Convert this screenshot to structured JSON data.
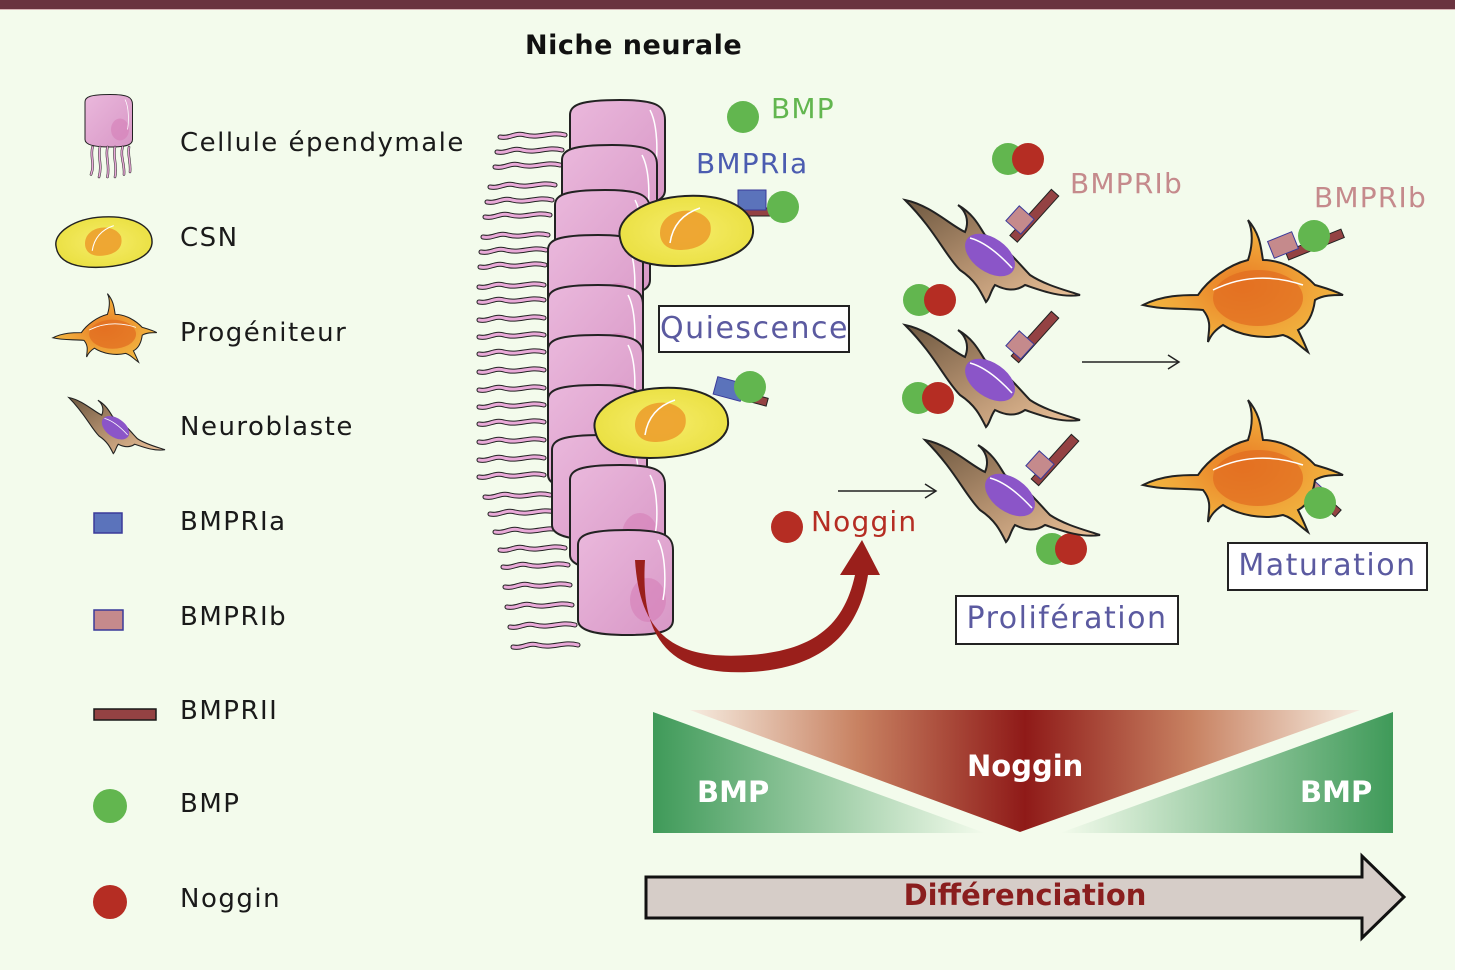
{
  "title": "Niche neurale",
  "legend": [
    {
      "icon": "ependymal-cell-icon",
      "label": "Cellule épendymale"
    },
    {
      "icon": "neural-stem-cell-icon",
      "label": "CSN"
    },
    {
      "icon": "progenitor-cell-icon",
      "label": "Progéniteur"
    },
    {
      "icon": "neuroblast-cell-icon",
      "label": "Neuroblaste"
    },
    {
      "icon": "bmpria-receptor-icon",
      "label": "BMPRIa"
    },
    {
      "icon": "bmprib-receptor-icon",
      "label": "BMPRIb"
    },
    {
      "icon": "bmprii-receptor-icon",
      "label": "BMPRII"
    },
    {
      "icon": "bmp-ligand-icon",
      "label": "BMP"
    },
    {
      "icon": "noggin-ligand-icon",
      "label": "Noggin"
    }
  ],
  "labels": {
    "bmp": "BMP",
    "bmpria": "BMPRIa",
    "bmprib_1": "BMPRIb",
    "bmprib_2": "BMPRIb",
    "noggin": "Noggin"
  },
  "stages": {
    "quiescence": "Quiescence",
    "proliferation": "Prolifération",
    "maturation": "Maturation"
  },
  "gradient": {
    "left": "BMP",
    "center": "Noggin",
    "right": "BMP"
  },
  "arrow": {
    "label": "Différenciation"
  },
  "colors": {
    "bmp": "#62b64f",
    "noggin": "#b52d23",
    "bmpria": "#5b73bb",
    "bmprib": "#c58a8c",
    "bmprii": "#944243",
    "stage_text": "#5b5aa0",
    "topbar": "#6a333f",
    "background": "#f3fbec"
  }
}
